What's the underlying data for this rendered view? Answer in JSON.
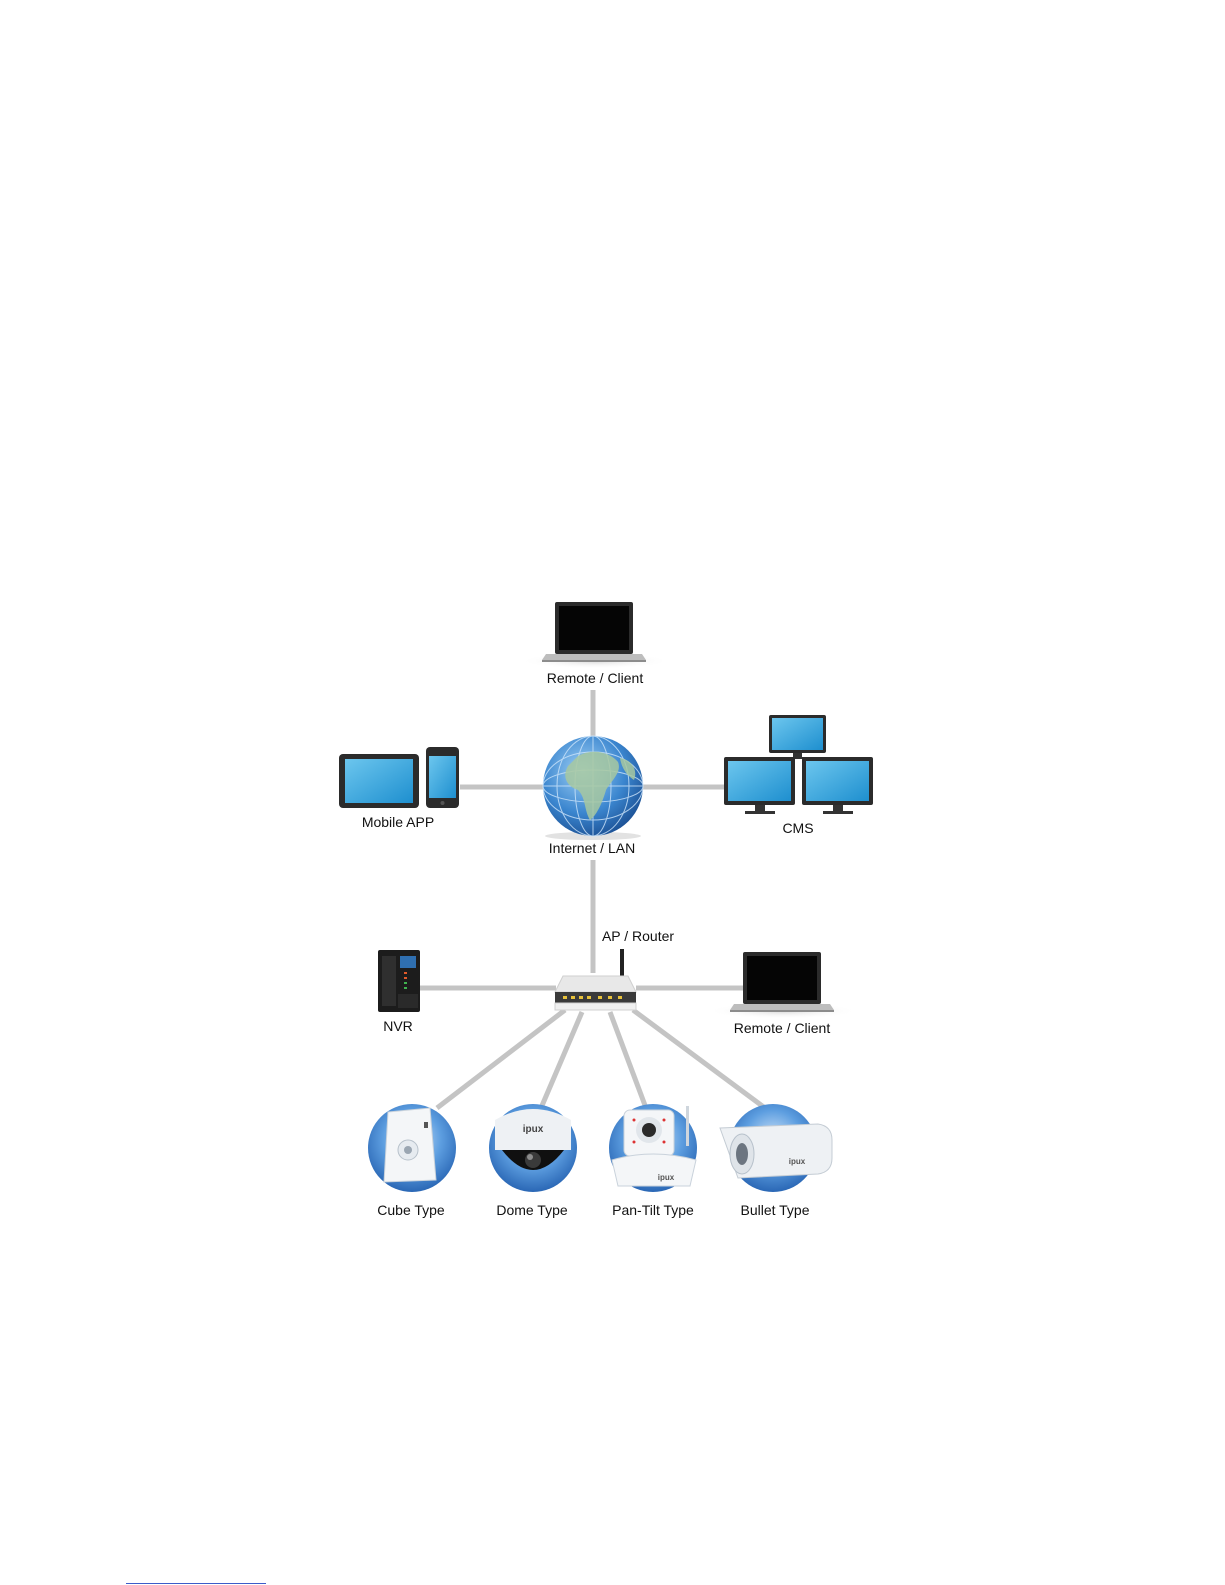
{
  "nodes": {
    "remote_client_top": {
      "label": "Remote / Client",
      "icon": "laptop-icon"
    },
    "mobile_app": {
      "label": "Mobile APP",
      "icon": "tablet-phone-icon"
    },
    "internet_lan": {
      "label": "Internet / LAN",
      "icon": "globe-icon"
    },
    "cms": {
      "label": "CMS",
      "icon": "monitors-icon"
    },
    "ap_router": {
      "label": "AP / Router",
      "icon": "router-icon"
    },
    "nvr": {
      "label": "NVR",
      "icon": "nvr-icon"
    },
    "remote_client_bottom": {
      "label": "Remote / Client",
      "icon": "laptop-icon"
    },
    "cube_type": {
      "label": "Cube Type",
      "icon": "cube-camera-icon"
    },
    "dome_type": {
      "label": "Dome Type",
      "icon": "dome-camera-icon",
      "brand": "ipux"
    },
    "pan_tilt_type": {
      "label": "Pan-Tilt Type",
      "icon": "pan-tilt-camera-icon",
      "brand": "ipux"
    },
    "bullet_type": {
      "label": "Bullet Type",
      "icon": "bullet-camera-icon",
      "brand": "ipux"
    }
  },
  "colors": {
    "link": "#c4c4c4",
    "screen": "#35a9df",
    "globe": "#2f78c4",
    "camera_bg": "#4a8fd6"
  }
}
